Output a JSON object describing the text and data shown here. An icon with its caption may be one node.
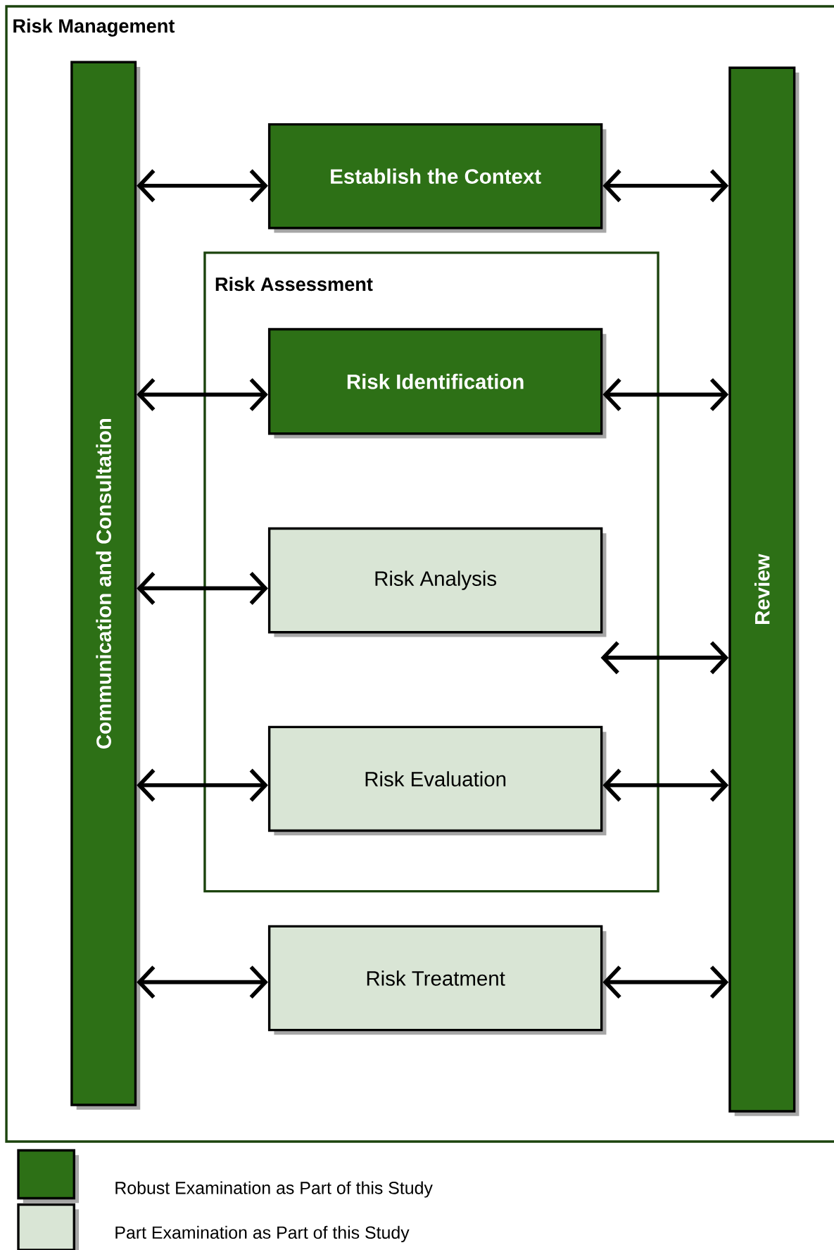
{
  "diagram": {
    "nodes": [
      {
        "text": [
          "Risk Management"
        ]
      },
      {
        "text": [
          "Communication and Consultation"
        ],
        "in": 0
      },
      {
        "text": [
          "Establish the Context"
        ],
        "in": 0
      },
      {
        "text": [
          "Risk Assessment"
        ],
        "in": 0
      },
      {
        "text": [
          "Risk Identification"
        ],
        "in": 3
      },
      {
        "text": [
          "Risk Analysis"
        ],
        "in": 3
      },
      {
        "text": [
          "Risk Evaluation"
        ],
        "in": 3
      },
      {
        "text": [
          "Risk Treatment"
        ],
        "in": 0
      },
      {
        "text": [
          "Review"
        ],
        "in": 0
      }
    ],
    "edges": [
      {
        "from": 1,
        "to": 2,
        "arrow": "both"
      },
      {
        "from": 2,
        "to": 8,
        "arrow": "both"
      },
      {
        "from": 1,
        "to": 4,
        "arrow": "both"
      },
      {
        "from": 4,
        "to": 8,
        "arrow": "both"
      },
      {
        "from": 1,
        "to": 5,
        "arrow": "both"
      },
      {
        "from": 5,
        "to": 8,
        "arrow": "both"
      },
      {
        "from": 1,
        "to": 6,
        "arrow": "both"
      },
      {
        "from": 6,
        "to": 8,
        "arrow": "both"
      },
      {
        "from": 1,
        "to": 7,
        "arrow": "both"
      },
      {
        "from": 7,
        "to": 8,
        "arrow": "both"
      }
    ],
    "legend": [
      {
        "text": "Robust Examination as Part of this Study",
        "color": "#2d7016"
      },
      {
        "text": "Part Examination as Part of this Study"
      }
    ]
  }
}
